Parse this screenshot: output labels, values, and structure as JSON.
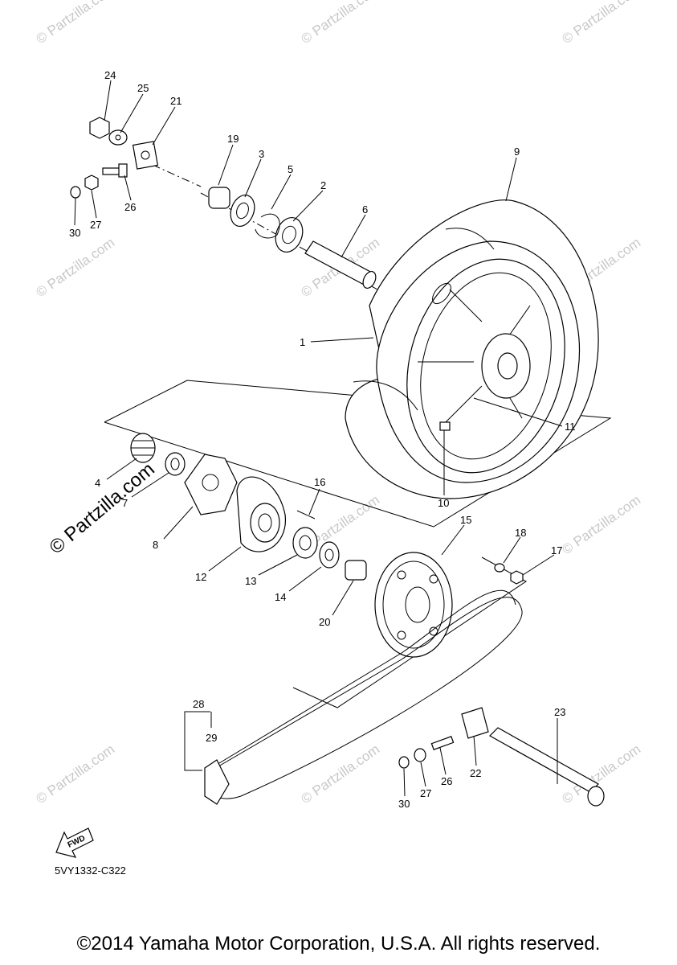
{
  "callouts": {
    "c1": "1",
    "c2": "2",
    "c3": "3",
    "c4": "4",
    "c5": "5",
    "c6": "6",
    "c7": "7",
    "c8": "8",
    "c9": "9",
    "c10": "10",
    "c11": "11",
    "c12": "12",
    "c13": "13",
    "c14": "14",
    "c15": "15",
    "c16": "16",
    "c17": "17",
    "c18": "18",
    "c19": "19",
    "c20": "20",
    "c21": "21",
    "c22": "22",
    "c23": "23",
    "c24": "24",
    "c25": "25",
    "c26a": "26",
    "c26b": "26",
    "c27a": "27",
    "c27b": "27",
    "c28": "28",
    "c29": "29",
    "c30a": "30",
    "c30b": "30"
  },
  "watermark": {
    "small": "© Partzilla.com",
    "large": "© Partzilla.com"
  },
  "fwd_label": "FWD",
  "diagram_code": "5VY1332-C322",
  "copyright": "©2014 Yamaha Motor Corporation, U.S.A. All rights reserved."
}
